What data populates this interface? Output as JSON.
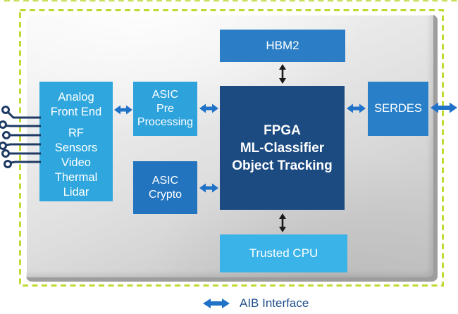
{
  "diagram": {
    "boxes": {
      "hbm2": {
        "label": "HBM2"
      },
      "analog_front_end": {
        "title_lines": [
          "Analog",
          "Front End"
        ],
        "signal_lines": [
          "RF",
          "Sensors",
          "Video",
          "Thermal",
          "Lidar"
        ]
      },
      "asic_pre": {
        "lines": [
          "ASIC",
          "Pre",
          "Processing"
        ]
      },
      "asic_crypto": {
        "lines": [
          "ASIC",
          "Crypto"
        ]
      },
      "fpga": {
        "lines": [
          "FPGA",
          "ML-Classifier",
          "Object Tracking"
        ]
      },
      "serdes": {
        "label": "SERDES"
      },
      "trusted_cpu": {
        "label": "Trusted CPU"
      }
    },
    "legend": {
      "label": "AIB Interface"
    },
    "colors": {
      "light_blue": "#2FA7DE",
      "lighter_blue": "#3AB3E8",
      "medium_blue": "#2B7EC6",
      "crypto_blue": "#2274BE",
      "fpga_navy": "#1C4B82",
      "aib_arrow_blue": "#1F72C8",
      "memory_arrow_black": "#1A1A1A",
      "dashed_border_green": "#C3D832",
      "legend_text_navy": "#1F4E8C",
      "circuit_trace_navy": "#1E3A64",
      "chip_gray": "#D6D6D6"
    }
  }
}
